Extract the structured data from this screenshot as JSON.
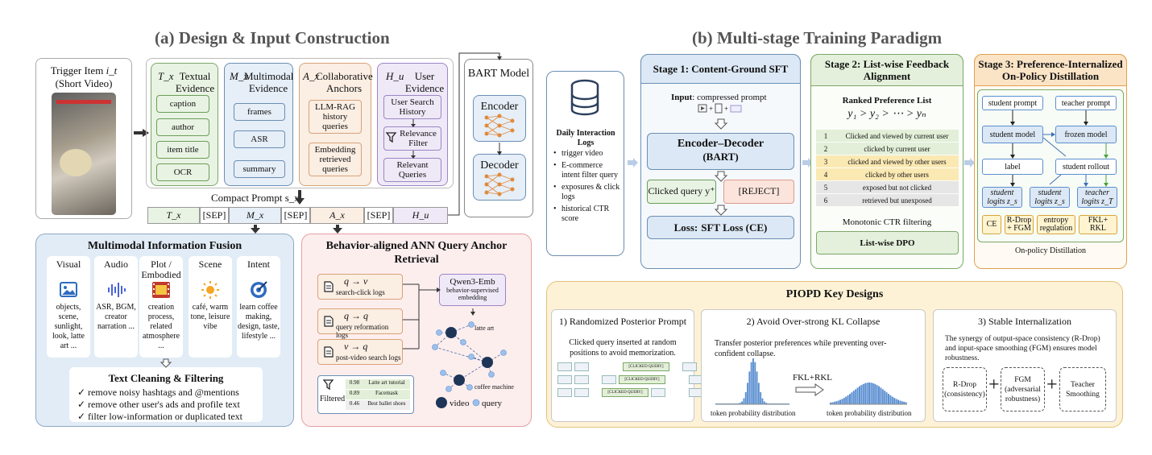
{
  "titles": {
    "a": "(a) Design & Input Construction",
    "b": "(b) Multi-stage Training Paradigm"
  },
  "trigger": {
    "title": "Trigger Item",
    "var": "i_t",
    "sub": "(Short Video)"
  },
  "evidence": {
    "tx": {
      "sym": "T_x",
      "name": "Textual Evidence",
      "items": [
        "caption",
        "author",
        "item title",
        "OCR"
      ]
    },
    "mx": {
      "sym": "M_x",
      "name": "Multimodal Evidence",
      "items": [
        "frames",
        "ASR",
        "summary"
      ]
    },
    "ax": {
      "sym": "A_x",
      "name": "Collaborative Anchors",
      "items": [
        "LLM-RAG history queries",
        "Embedding retrieved queries"
      ]
    },
    "hu": {
      "sym": "H_u",
      "name": "User Evidence",
      "items": [
        "User Search History",
        "Relevance Filter",
        "Relevant Queries"
      ]
    }
  },
  "bart": {
    "title": "BART Model",
    "encoder": "Encoder",
    "decoder": "Decoder"
  },
  "compact": {
    "label": "Compact Prompt s_x",
    "tokens": [
      "T_x",
      "[SEP]",
      "M_x",
      "[SEP]",
      "A_x",
      "[SEP]",
      "H_u"
    ]
  },
  "fusion": {
    "title": "Multimodal Information Fusion",
    "cols": [
      {
        "head": "Visual",
        "icon": "image-icon",
        "text": "objects, scene, sunlight, look, latte art ..."
      },
      {
        "head": "Audio",
        "icon": "audio-wave-icon",
        "text": "ASR, BGM, creator narration ..."
      },
      {
        "head": "Plot / Embodied",
        "icon": "film-icon",
        "text": "creation process, related atmosphere ..."
      },
      {
        "head": "Scene",
        "icon": "sun-icon",
        "text": "café, warm tone, leisure vibe"
      },
      {
        "head": "Intent",
        "icon": "target-icon",
        "text": "learn coffee making, design, taste, lifestyle ..."
      }
    ],
    "clean_title": "Text Cleaning & Filtering",
    "clean": [
      "✓ remove noisy hashtags and @mentions",
      "✓ remove other user's ads and profile text",
      "✓ filter low-information or duplicated text"
    ]
  },
  "ann": {
    "title": "Behavior-aligned ANN Query Anchor Retrieval",
    "logs": [
      {
        "f": "q → v",
        "l": "search-click logs"
      },
      {
        "f": "q → q",
        "l": "query reformation logs"
      },
      {
        "f": "v → q",
        "l": "post-video search logs"
      }
    ],
    "qwen": "Qwen3-Emb",
    "qwen_sub": "behavior-supervised embedding",
    "graph_labels": [
      "latte art",
      "coffee machine"
    ],
    "legend": [
      "video",
      "query"
    ],
    "filtered": "Filtered",
    "results": [
      {
        "s": "0.98",
        "q": "Latte art tutorial"
      },
      {
        "s": "0.89",
        "q": "Facemask"
      },
      {
        "s": "0.46",
        "q": "Best ballet shoes"
      }
    ]
  },
  "logs": {
    "title": "Daily Interaction Logs",
    "items": [
      "trigger video",
      "E-commerce intent filter query",
      "exposures & click logs",
      "historical CTR score"
    ]
  },
  "stage1": {
    "title": "Stage 1: Content-Ground SFT",
    "input": "Input",
    "input_text": "compressed prompt",
    "model": "Encoder–Decoder",
    "model_sub": "(BART)",
    "pos": "Clicked query y⁺",
    "neg": "[REJECT]",
    "loss_label": "Loss",
    "loss_text": "SFT Loss (CE)"
  },
  "stage2": {
    "title": "Stage 2: List-wise Feedback Alignment",
    "ranked": "Ranked Preference List",
    "formula": "y₁ > y₂ > ⋯ > yₙ",
    "rows": [
      {
        "n": "1",
        "t": "Clicked and viewed by current user",
        "c": "#e3efd8"
      },
      {
        "n": "2",
        "t": "clicked by current user",
        "c": "#e3efd8"
      },
      {
        "n": "3",
        "t": "clicked and viewed by other users",
        "c": "#fbe9b3"
      },
      {
        "n": "4",
        "t": "clicked by other users",
        "c": "#fbe9b3"
      },
      {
        "n": "5",
        "t": "exposed but not clicked",
        "c": "#e6e6e6"
      },
      {
        "n": "6",
        "t": "retrieved but unexposed",
        "c": "#e6e6e6"
      }
    ],
    "mono": "Monotonic CTR filtering",
    "dpo": "List-wise DPO"
  },
  "stage3": {
    "title": "Stage 3: Preference-Internalized On-Policy Distillation",
    "student_prompt": "student prompt",
    "teacher_prompt": "teacher prompt",
    "student_model": "student model",
    "frozen_model": "frozen model",
    "label": "label",
    "rollout": "student rollout",
    "logits": [
      "student logits z_s",
      "student logits z_s",
      "teacher logits z_T"
    ],
    "losses": [
      "CE",
      "R-Drop + FGM",
      "entropy regulation",
      "FKL+ RKL"
    ],
    "footer": "On-policy Distillation"
  },
  "piopd": {
    "title": "PIOPD Key Designs",
    "c1": {
      "title": "1) Randomized Posterior Prompt",
      "text": "Clicked query inserted at random positions to avoid memorization.",
      "tag": "[CLICKED QUERY]"
    },
    "c2": {
      "title": "2) Avoid Over-strong KL Collapse",
      "text": "Transfer posterior preferences while preventing over-confident collapse.",
      "arrow": "FKL+RKL",
      "cap": "token probability distribution"
    },
    "c3": {
      "title": "3) Stable Internalization",
      "text": "The synergy of output-space consistency (R-Drop) and input-space smoothing (FGM) ensures model robustness.",
      "boxes": [
        "R-Drop (consistency)",
        "FGM (adversarial robustness)",
        "Teacher Smoothing"
      ]
    }
  },
  "colors": {
    "green": "#e9f3e3",
    "blue": "#e6eef7",
    "orange": "#fbeee3",
    "purple": "#efe9f7",
    "stage_blue": "#dce8f5",
    "stage_green": "#e4f0db",
    "stage_orange": "#fbe4c6",
    "piopd": "#fdf2d6"
  }
}
